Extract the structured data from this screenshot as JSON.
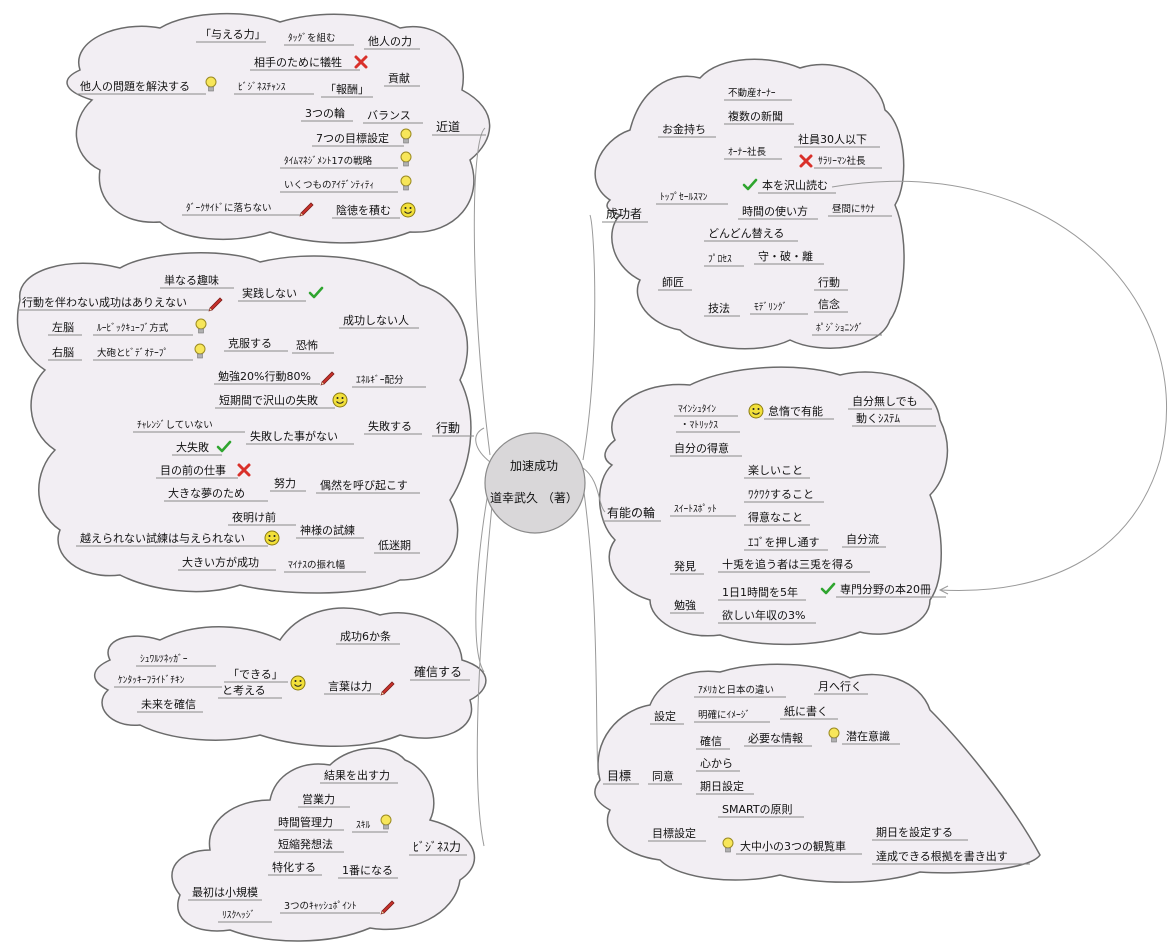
{
  "center": {
    "line1": "加速成功",
    "line2": "道幸武久 （著）"
  },
  "nodes": [
    {
      "id": "kindo",
      "text": "近道",
      "main": true
    },
    {
      "id": "t_others",
      "text": "他人の力"
    },
    {
      "id": "t_tag",
      "text": "ﾀｯｸﾞを組む",
      "small": true
    },
    {
      "id": "t_ataeru",
      "text": "「与える力」"
    },
    {
      "id": "t_kouken",
      "text": "貢献"
    },
    {
      "id": "t_gisei",
      "text": "相手のために犠牲"
    },
    {
      "id": "t_houshu",
      "text": "「報酬」"
    },
    {
      "id": "t_bizchance",
      "text": "ﾋﾞｼﾞﾈｽﾁｬﾝｽ",
      "small": true
    },
    {
      "id": "t_tanin",
      "text": "他人の問題を解決する"
    },
    {
      "id": "t_balance",
      "text": "バランス"
    },
    {
      "id": "t_3wa",
      "text": "3つの輪"
    },
    {
      "id": "t_7goal",
      "text": "7つの目標設定"
    },
    {
      "id": "t_time17",
      "text": "ﾀｲﾑﾏﾈｼﾞﾒﾝﾄ17の戦略",
      "small": true
    },
    {
      "id": "t_identity",
      "text": "いくつものｱｲﾃﾞﾝﾃｨﾃｨ",
      "small": true
    },
    {
      "id": "t_intoku",
      "text": "陰徳を積む"
    },
    {
      "id": "t_dark",
      "text": "ﾀﾞｰｸｻｲﾄﾞに落ちない",
      "small": true
    },
    {
      "id": "koudou",
      "text": "行動",
      "main": true
    },
    {
      "id": "t_fail_not",
      "text": "成功しない人"
    },
    {
      "id": "t_jissen",
      "text": "実践しない"
    },
    {
      "id": "t_shumi",
      "text": "単なる趣味"
    },
    {
      "id": "t_tomonawa",
      "text": "行動を伴わない成功はありえない"
    },
    {
      "id": "t_kyoufu",
      "text": "恐怖"
    },
    {
      "id": "t_kokufuku",
      "text": "克服する"
    },
    {
      "id": "t_rubik",
      "text": "ﾙｰﾋﾞｯｸｷｭｰﾌﾞ方式",
      "small": true
    },
    {
      "id": "t_left",
      "text": "左脳"
    },
    {
      "id": "t_taihou",
      "text": "大砲とﾋﾞﾃﾞｵﾃｰﾌﾟ",
      "small": true
    },
    {
      "id": "t_right",
      "text": "右脳"
    },
    {
      "id": "t_energy",
      "text": "ｴﾈﾙｷﾞｰ配分",
      "small": true
    },
    {
      "id": "t_benkyou",
      "text": "勉強20%行動80%"
    },
    {
      "id": "t_shippai",
      "text": "失敗する"
    },
    {
      "id": "t_tanki",
      "text": "短期間で沢山の失敗"
    },
    {
      "id": "t_nokoto",
      "text": "失敗した事がない"
    },
    {
      "id": "t_challenge",
      "text": "ﾁｬﾚﾝｼﾞしていない",
      "small": true
    },
    {
      "id": "t_daishippai",
      "text": "大失敗"
    },
    {
      "id": "t_guuzen",
      "text": "偶然を呼び起こす"
    },
    {
      "id": "t_doryoku",
      "text": "努力"
    },
    {
      "id": "t_menomae",
      "text": "目の前の仕事"
    },
    {
      "id": "t_ookina",
      "text": "大きな夢のため"
    },
    {
      "id": "t_teimei",
      "text": "低迷期"
    },
    {
      "id": "t_kami",
      "text": "神様の試練"
    },
    {
      "id": "t_yoake",
      "text": "夜明け前"
    },
    {
      "id": "t_koerare",
      "text": "越えられない試練は与えられない"
    },
    {
      "id": "t_minus",
      "text": "ﾏｲﾅｽの振れ幅",
      "small": true
    },
    {
      "id": "t_ookii",
      "text": "大きい方が成功"
    },
    {
      "id": "kakushin",
      "text": "確信する",
      "main": true
    },
    {
      "id": "t_6ka",
      "text": "成功6か条"
    },
    {
      "id": "t_kotoba",
      "text": "言葉は力"
    },
    {
      "id": "t_dekiru1",
      "text": "「できる」"
    },
    {
      "id": "t_dekiru2",
      "text": "と考える"
    },
    {
      "id": "t_schwarz",
      "text": "ｼｭﾜﾙﾂﾈｯｶﾞｰ",
      "small": true
    },
    {
      "id": "t_kfc",
      "text": "ｹﾝﾀｯｷｰﾌﾗｲﾄﾞﾁｷﾝ",
      "small": true
    },
    {
      "id": "t_mirai",
      "text": "未来を確信"
    },
    {
      "id": "business",
      "text": "ﾋﾞｼﾞﾈｽ力",
      "main": true,
      "small": true
    },
    {
      "id": "t_kekka",
      "text": "結果を出す力"
    },
    {
      "id": "t_skill",
      "text": "ｽｷﾙ",
      "small": true
    },
    {
      "id": "t_eigyou",
      "text": "営業力"
    },
    {
      "id": "t_jikan",
      "text": "時間管理力"
    },
    {
      "id": "t_tanshuku",
      "text": "短縮発想法"
    },
    {
      "id": "t_1ban",
      "text": "1番になる"
    },
    {
      "id": "t_tokka",
      "text": "特化する"
    },
    {
      "id": "t_3catch",
      "text": "3つのｷｬｯｼｭﾎﾟｲﾝﾄ",
      "small": true
    },
    {
      "id": "t_saisho",
      "text": "最初は小規模"
    },
    {
      "id": "t_risk",
      "text": "ﾘｽｸﾍｯｼﾞ",
      "small": true
    },
    {
      "id": "seikousha",
      "text": "成功者",
      "main": true
    },
    {
      "id": "t_kanemochi",
      "text": "お金持ち"
    },
    {
      "id": "t_fudousan",
      "text": "不動産ｵｰﾅｰ",
      "small": true
    },
    {
      "id": "t_fukusuu",
      "text": "複数の新聞"
    },
    {
      "id": "t_owner",
      "text": "ｵｰﾅｰ社長",
      "small": true
    },
    {
      "id": "t_shain30",
      "text": "社員30人以下"
    },
    {
      "id": "t_salary",
      "text": "ｻﾗﾘｰﾏﾝ社長",
      "small": true
    },
    {
      "id": "t_topsales",
      "text": "ﾄｯﾌﾟｾｰﾙｽﾏﾝ",
      "small": true
    },
    {
      "id": "t_honwo",
      "text": "本を沢山読む"
    },
    {
      "id": "t_jikannotsukai",
      "text": "時間の使い方"
    },
    {
      "id": "t_sauna",
      "text": "昼間にｻｳﾅ",
      "small": true
    },
    {
      "id": "t_shishou",
      "text": "師匠"
    },
    {
      "id": "t_dondon",
      "text": "どんどん替える"
    },
    {
      "id": "t_process",
      "text": "ﾌﾟﾛｾｽ",
      "small": true
    },
    {
      "id": "t_shuhari",
      "text": "守・破・離"
    },
    {
      "id": "t_gihou",
      "text": "技法"
    },
    {
      "id": "t_modeling",
      "text": "ﾓﾃﾞﾘﾝｸﾞ",
      "small": true
    },
    {
      "id": "t_koudou2",
      "text": "行動"
    },
    {
      "id": "t_shinnen",
      "text": "信念"
    },
    {
      "id": "t_position",
      "text": "ﾎﾟｼﾞｼｮﾆﾝｸﾞ",
      "small": true
    },
    {
      "id": "yuunou",
      "text": "有能の輪",
      "main": true
    },
    {
      "id": "t_mindset1",
      "text": "ﾏｲﾝｼｭﾀｲﾝ",
      "small": true
    },
    {
      "id": "t_mindset2",
      "text": "・ﾏﾄﾘｯｸｽ",
      "small": true
    },
    {
      "id": "t_taida",
      "text": "怠惰で有能"
    },
    {
      "id": "t_jibunnashi1",
      "text": "自分無しでも"
    },
    {
      "id": "t_jibunnashi2",
      "text": "動くｼｽﾃﾑ"
    },
    {
      "id": "t_tokui",
      "text": "自分の得意"
    },
    {
      "id": "t_sweet",
      "text": "ｽｲｰﾄｽﾎﾟｯﾄ",
      "small": true
    },
    {
      "id": "t_tanoshii",
      "text": "楽しいこと"
    },
    {
      "id": "t_wakuwaku",
      "text": "ﾜｸﾜｸすること"
    },
    {
      "id": "t_tokuina",
      "text": "得意なこと"
    },
    {
      "id": "t_ego",
      "text": "ｴｺﾞを押し通す"
    },
    {
      "id": "t_jibunryu",
      "text": "自分流"
    },
    {
      "id": "t_hakken",
      "text": "発見"
    },
    {
      "id": "t_nito",
      "text": "十兎を追う者は三兎を得る"
    },
    {
      "id": "t_benkyou2",
      "text": "勉強"
    },
    {
      "id": "t_1nichi",
      "text": "1日1時間を5年"
    },
    {
      "id": "t_senmon",
      "text": "専門分野の本20冊"
    },
    {
      "id": "t_hoshii",
      "text": "欲しい年収の3%"
    },
    {
      "id": "mokuhyou",
      "text": "目標",
      "main": true
    },
    {
      "id": "t_settei",
      "text": "設定"
    },
    {
      "id": "t_america",
      "text": "ｱﾒﾘｶと日本の違い",
      "small": true
    },
    {
      "id": "t_tsuki",
      "text": "月へ行く"
    },
    {
      "id": "t_meikaku",
      "text": "明確にｲﾒｰｼﾞ",
      "small": true
    },
    {
      "id": "t_kami2",
      "text": "紙に書く"
    },
    {
      "id": "t_kakushin2",
      "text": "確信"
    },
    {
      "id": "t_hitsuyou",
      "text": "必要な情報"
    },
    {
      "id": "t_senzai",
      "text": "潜在意識"
    },
    {
      "id": "t_doui",
      "text": "同意"
    },
    {
      "id": "t_kokoro",
      "text": "心から"
    },
    {
      "id": "t_kijitsu",
      "text": "期日設定"
    },
    {
      "id": "t_mokuhyousettei",
      "text": "目標設定"
    },
    {
      "id": "t_smart",
      "text": "SMARTの原則"
    },
    {
      "id": "t_daichusho",
      "text": "大中小の3つの観覧車"
    },
    {
      "id": "t_kijitsuwo",
      "text": "期日を設定する"
    },
    {
      "id": "t_tassei",
      "text": "達成できる根拠を書き出す"
    }
  ],
  "icons": [
    {
      "type": "cross",
      "node": "t_gisei"
    },
    {
      "type": "bulb",
      "node": "t_tanin"
    },
    {
      "type": "bulb",
      "node": "t_7goal"
    },
    {
      "type": "bulb",
      "node": "t_time17"
    },
    {
      "type": "bulb",
      "node": "t_identity"
    },
    {
      "type": "smile",
      "node": "t_intoku"
    },
    {
      "type": "pencil",
      "node": "t_dark"
    },
    {
      "type": "check",
      "node": "t_jissen"
    },
    {
      "type": "pencil",
      "node": "t_tomonawa"
    },
    {
      "type": "bulb",
      "node": "t_rubik"
    },
    {
      "type": "bulb",
      "node": "t_taihou"
    },
    {
      "type": "pencil",
      "node": "t_benkyou"
    },
    {
      "type": "smile",
      "node": "t_tanki"
    },
    {
      "type": "check",
      "node": "t_daishippai"
    },
    {
      "type": "cross",
      "node": "t_menomae"
    },
    {
      "type": "smile",
      "node": "t_koerare"
    },
    {
      "type": "smile",
      "node": "t_dekiru"
    },
    {
      "type": "pencil",
      "node": "t_kotoba"
    },
    {
      "type": "bulb",
      "node": "t_skill"
    },
    {
      "type": "pencil",
      "node": "t_3catch"
    },
    {
      "type": "cross",
      "node": "t_salary"
    },
    {
      "type": "check",
      "node": "t_honwo"
    },
    {
      "type": "smile",
      "node": "t_taida"
    },
    {
      "type": "check",
      "node": "t_senmon"
    },
    {
      "type": "bulb",
      "node": "t_senzai"
    },
    {
      "type": "bulb",
      "node": "t_daichusho"
    }
  ]
}
